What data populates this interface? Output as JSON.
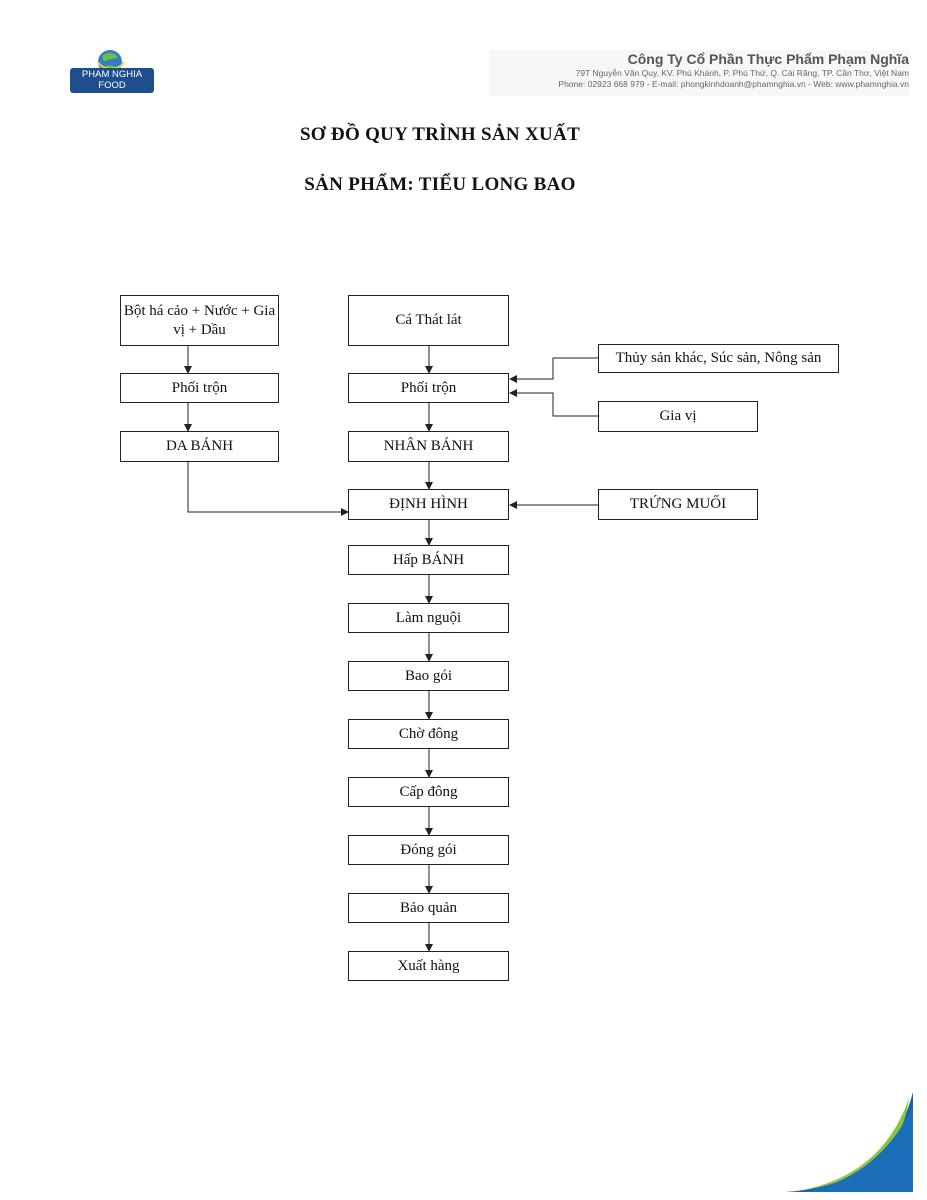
{
  "header": {
    "logo_line1": "PHAM NGHIA",
    "logo_line2": "FOOD",
    "company_name": "Công Ty Cổ Phần Thực Phẩm Phạm Nghĩa",
    "address": "79T Nguyễn Văn Quy, KV. Phú Khánh, P. Phú Thứ, Q. Cái Răng, TP. Cần Thơ, Việt Nam",
    "contact": "Phone: 02923 668 979  -  E-mail: phongkinhdoanh@phamnghia.vn - Web: www.phamnghia.vn"
  },
  "document": {
    "title": "SƠ ĐỒ QUY TRÌNH SẢN XUẤT",
    "subtitle": "SẢN PHẨM: TIỂU LONG BAO"
  },
  "diagram": {
    "left_column": {
      "dough_ingredients": "Bột há cảo + Nước + Gia vị + Dầu",
      "mixing": "Phối trộn",
      "dough": "DA BÁNH"
    },
    "main_column": {
      "fish": "Cá Thát lát",
      "mixing": "Phối trộn",
      "filling": "NHÂN BÁNH",
      "shaping": "ĐỊNH HÌNH",
      "steaming": "Hấp BÁNH",
      "cooling": "Làm nguội",
      "packing": "Bao gói",
      "waiting": "Chờ đông",
      "freezing": "Cấp đông",
      "boxing": "Đóng gói",
      "storage": "Bảo quản",
      "shipping": "Xuất hàng"
    },
    "right_column": {
      "other_products": "Thủy sản khác, Súc sản, Nông sản",
      "spices": "Gia vị",
      "salted_egg": "TRỨNG MUỐI"
    }
  }
}
